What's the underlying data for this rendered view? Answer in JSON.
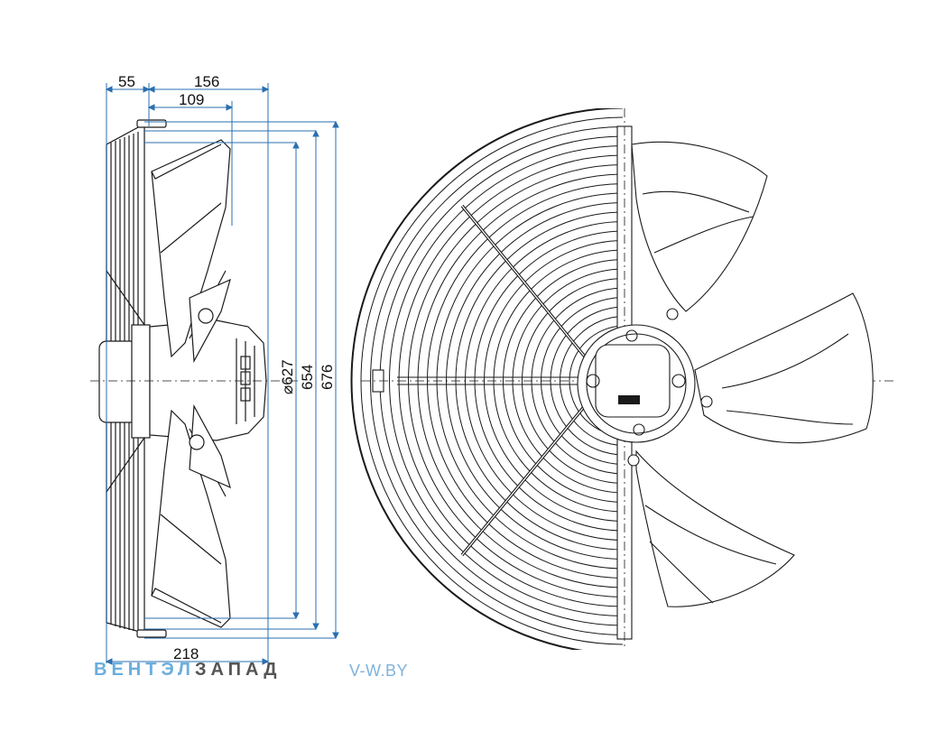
{
  "dimensions": {
    "d55": "55",
    "d156": "156",
    "d109": "109",
    "d218": "218",
    "d627": "⌀627",
    "d654": "654",
    "d676": "676"
  },
  "watermark": {
    "brand_part1": "ВЕНТЭЛ",
    "brand_part2": "ЗАПАД",
    "site": "V-W.BY"
  },
  "colors": {
    "dimension_line": "#2a6fb0",
    "drawing_line": "#1a1a1a",
    "brand_light": "#6aaede",
    "brand_dark": "#555555"
  }
}
